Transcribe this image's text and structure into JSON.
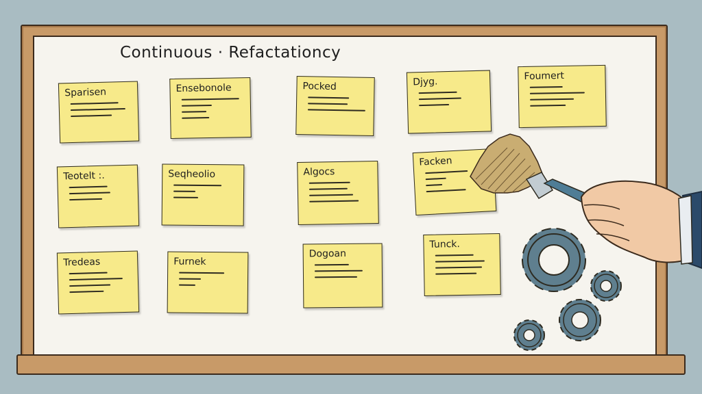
{
  "board": {
    "title": "Continuous · Refactationcy"
  },
  "notes": [
    {
      "title": "Sparisen"
    },
    {
      "title": "Ensebonole"
    },
    {
      "title": "Pocked"
    },
    {
      "title": "Djyg."
    },
    {
      "title": "Foumert"
    },
    {
      "title": "Teotelt :."
    },
    {
      "title": "Seqheolio"
    },
    {
      "title": "Algocs"
    },
    {
      "title": "Facken"
    },
    {
      "title": "Tredeas"
    },
    {
      "title": "Furnek"
    },
    {
      "title": "Dogoan"
    },
    {
      "title": "Tunck."
    }
  ],
  "colors": {
    "note": "#f7ea8a",
    "frame": "#c89a68",
    "board": "#f6f4ee",
    "gear": "#5f7f8f",
    "background": "#a9bcc2"
  },
  "icons": [
    "paintbrush-icon",
    "gear-icon",
    "hand"
  ]
}
